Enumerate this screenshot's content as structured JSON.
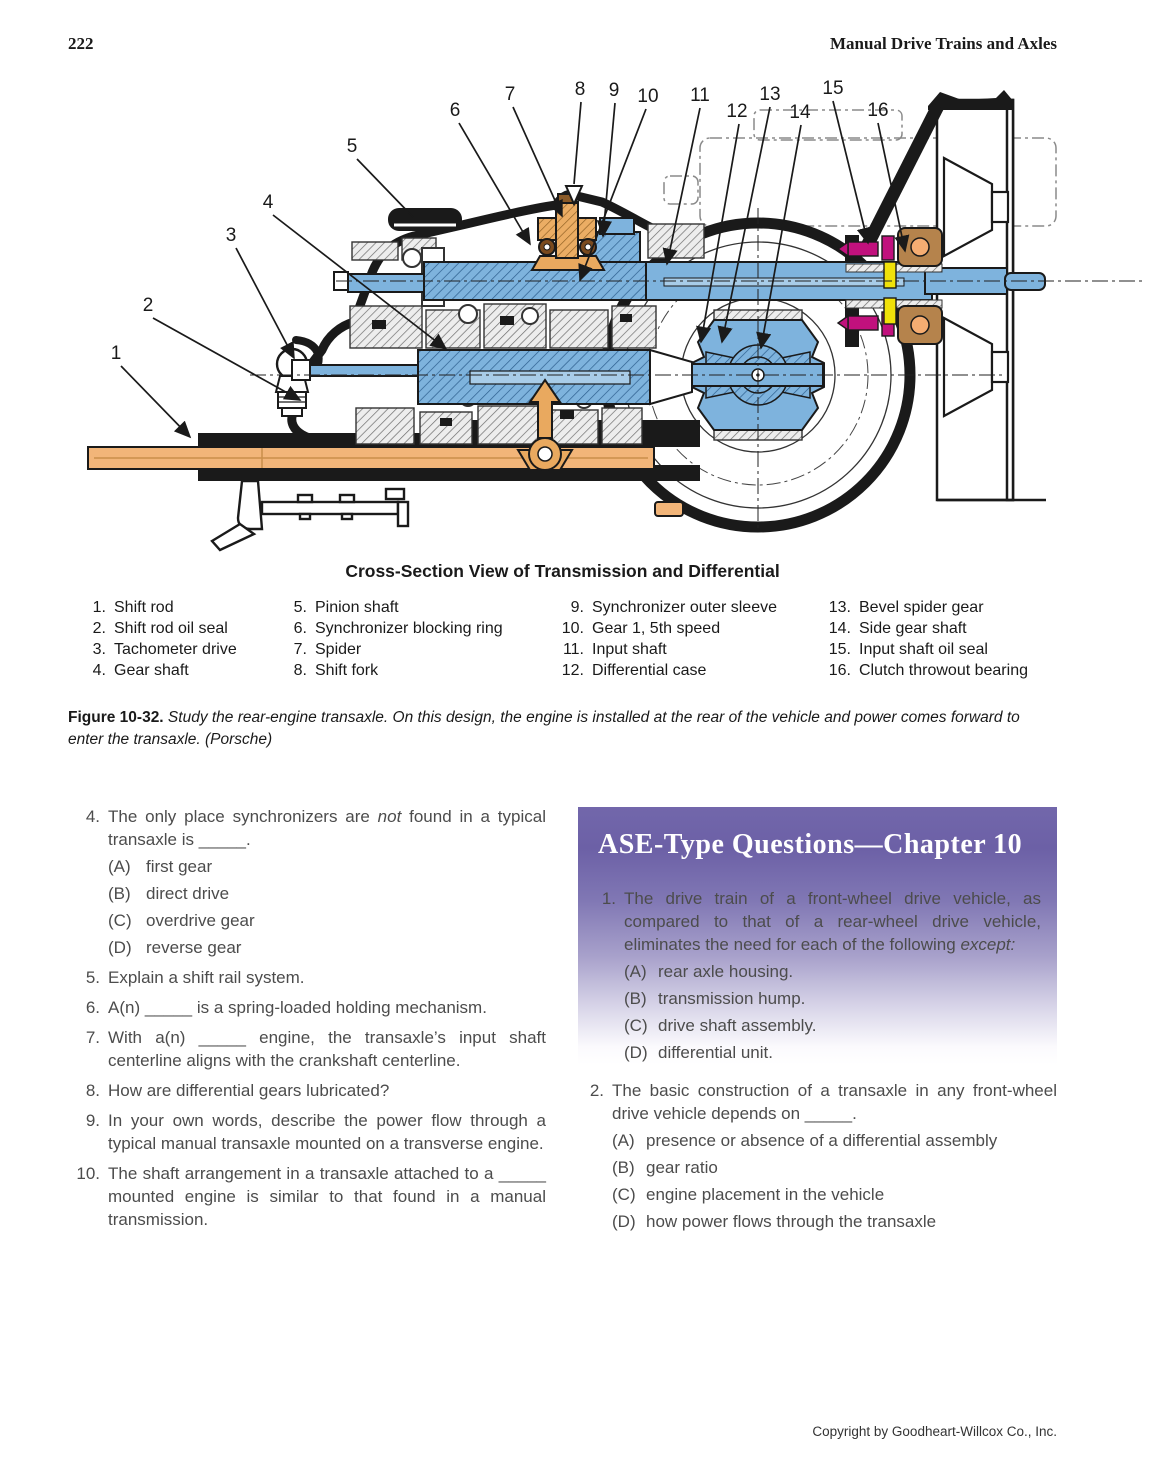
{
  "page": {
    "number": "222",
    "header_title": "Manual Drive Trains and Axles",
    "footer": "Copyright by Goodheart-Willcox Co., Inc."
  },
  "figure": {
    "diagram_title": "Cross-Section View of Transmission and Differential",
    "caption_label": "Figure 10-32.",
    "caption_text": " Study the rear-engine transaxle. On this design, the engine is installed at the rear of the vehicle and power comes forward to enter the transaxle. (Porsche)",
    "callouts": [
      "1",
      "2",
      "3",
      "4",
      "5",
      "6",
      "7",
      "8",
      "9",
      "10",
      "11",
      "12",
      "13",
      "14",
      "15",
      "16"
    ],
    "legend": [
      {
        "num": "1.",
        "label": "Shift rod"
      },
      {
        "num": "2.",
        "label": "Shift rod oil seal"
      },
      {
        "num": "3.",
        "label": "Tachometer drive"
      },
      {
        "num": "4.",
        "label": "Gear shaft"
      },
      {
        "num": "5.",
        "label": "Pinion shaft"
      },
      {
        "num": "6.",
        "label": "Synchronizer blocking ring"
      },
      {
        "num": "7.",
        "label": "Spider"
      },
      {
        "num": "8.",
        "label": "Shift fork"
      },
      {
        "num": "9.",
        "label": "Synchronizer outer sleeve"
      },
      {
        "num": "10.",
        "label": "Gear 1, 5th speed"
      },
      {
        "num": "11.",
        "label": "Input shaft"
      },
      {
        "num": "12.",
        "label": "Differential case"
      },
      {
        "num": "13.",
        "label": "Bevel spider gear"
      },
      {
        "num": "14.",
        "label": "Side gear shaft"
      },
      {
        "num": "15.",
        "label": "Input shaft oil seal"
      },
      {
        "num": "16.",
        "label": "Clutch throwout bearing"
      }
    ],
    "colors": {
      "shaft_blue": "#7EB3DD",
      "rod_orange": "#F2B579",
      "spider_orange": "#E9A95F",
      "seal_magenta": "#C1117D",
      "seal_yellow": "#F0E10A",
      "bearing_brown": "#B5834C",
      "housing_black": "#1a1a1a"
    }
  },
  "review": {
    "q4": {
      "num": "4.",
      "pre": "The only place synchronizers are ",
      "italic": "not",
      "post": " found in a typical transaxle is _____.",
      "options": [
        {
          "letter": "(A)",
          "text": "first gear"
        },
        {
          "letter": "(B)",
          "text": "direct drive"
        },
        {
          "letter": "(C)",
          "text": "overdrive gear"
        },
        {
          "letter": "(D)",
          "text": "reverse gear"
        }
      ]
    },
    "q5": {
      "num": "5.",
      "text": "Explain a shift rail system."
    },
    "q6": {
      "num": "6.",
      "text": "A(n) _____ is a spring-loaded holding mechanism."
    },
    "q7": {
      "num": "7.",
      "text": "With a(n) _____ engine, the transaxle’s input shaft centerline aligns with the crankshaft centerline."
    },
    "q8": {
      "num": "8.",
      "text": "How are differential gears lubricated?"
    },
    "q9": {
      "num": "9.",
      "text": "In your own words, describe the power flow through a typical manual transaxle mounted on a transverse engine."
    },
    "q10": {
      "num": "10.",
      "text": "The shaft arrangement in a transaxle attached to a _____ mounted engine is similar to that found in a manual transmission."
    }
  },
  "ase": {
    "heading": "ASE-Type Questions—Chapter 10",
    "q1": {
      "num": "1.",
      "pre": "The drive train of a front-wheel drive vehicle, as compared to that of a rear-wheel drive vehicle, eliminates the need for each of the following ",
      "italic": "except:",
      "options": [
        {
          "letter": "(A)",
          "text": "rear axle housing."
        },
        {
          "letter": "(B)",
          "text": "transmission hump."
        },
        {
          "letter": "(C)",
          "text": "drive shaft assembly."
        },
        {
          "letter": "(D)",
          "text": "differential unit."
        }
      ]
    },
    "q2": {
      "num": "2.",
      "text": "The basic construction of a transaxle in any front-wheel drive vehicle depends on _____.",
      "options": [
        {
          "letter": "(A)",
          "text": "presence or absence of a differential assembly"
        },
        {
          "letter": "(B)",
          "text": "gear ratio"
        },
        {
          "letter": "(C)",
          "text": "engine placement in the vehicle"
        },
        {
          "letter": "(D)",
          "text": "how power flows through the transaxle"
        }
      ]
    }
  }
}
